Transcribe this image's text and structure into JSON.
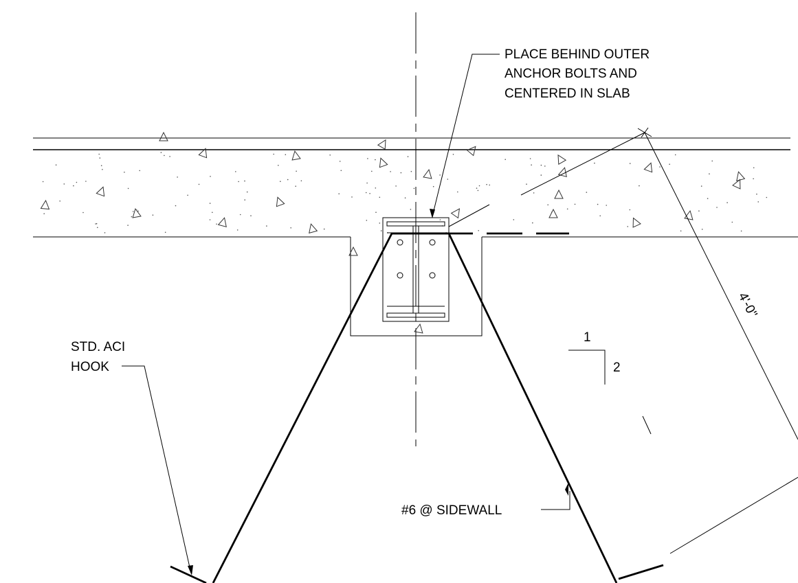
{
  "labels": {
    "place_note_line1": "PLACE BEHIND OUTER",
    "place_note_line2": "ANCHOR BOLTS AND",
    "place_note_line3": "CENTERED IN SLAB",
    "hook_line1": "STD. ACI",
    "hook_line2": "HOOK",
    "sidewall": "#6 @ SIDEWALL",
    "dimension": "4'-0\"",
    "slope_rise": "1",
    "slope_run": "2"
  },
  "colors": {
    "line": "#000000",
    "background": "#ffffff",
    "aggregate": "#333333"
  }
}
